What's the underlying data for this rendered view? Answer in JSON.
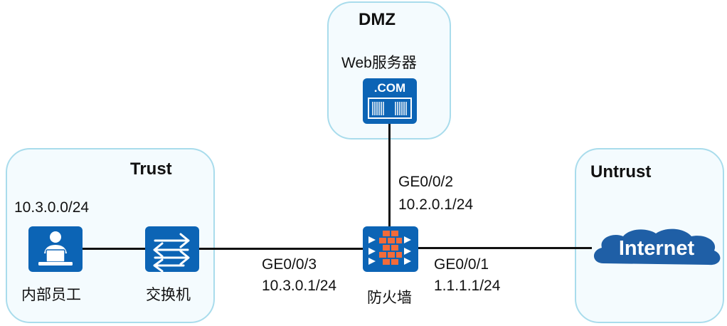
{
  "zones": {
    "dmz": {
      "title": "DMZ"
    },
    "trust": {
      "title": "Trust"
    },
    "untrust": {
      "title": "Untrust"
    }
  },
  "nodes": {
    "web_server": {
      "label": "Web服务器",
      "badge": ".COM"
    },
    "employee": {
      "label": "内部员工",
      "subnet": "10.3.0.0/24"
    },
    "switch": {
      "label": "交换机"
    },
    "firewall": {
      "label": "防火墙"
    },
    "internet": {
      "label": "Internet"
    }
  },
  "interfaces": {
    "ge002": {
      "name": "GE0/0/2",
      "ip": "10.2.0.1/24"
    },
    "ge003": {
      "name": "GE0/0/3",
      "ip": "10.3.0.1/24"
    },
    "ge001": {
      "name": "GE0/0/1",
      "ip": "1.1.1.1/24"
    }
  },
  "colors": {
    "zone_border": "#a9dcec",
    "zone_fill": "#f4fbfe",
    "device_blue": "#0c64b5",
    "firewall_orange": "#f26b3a",
    "cloud_blue": "#1f5fa6"
  }
}
